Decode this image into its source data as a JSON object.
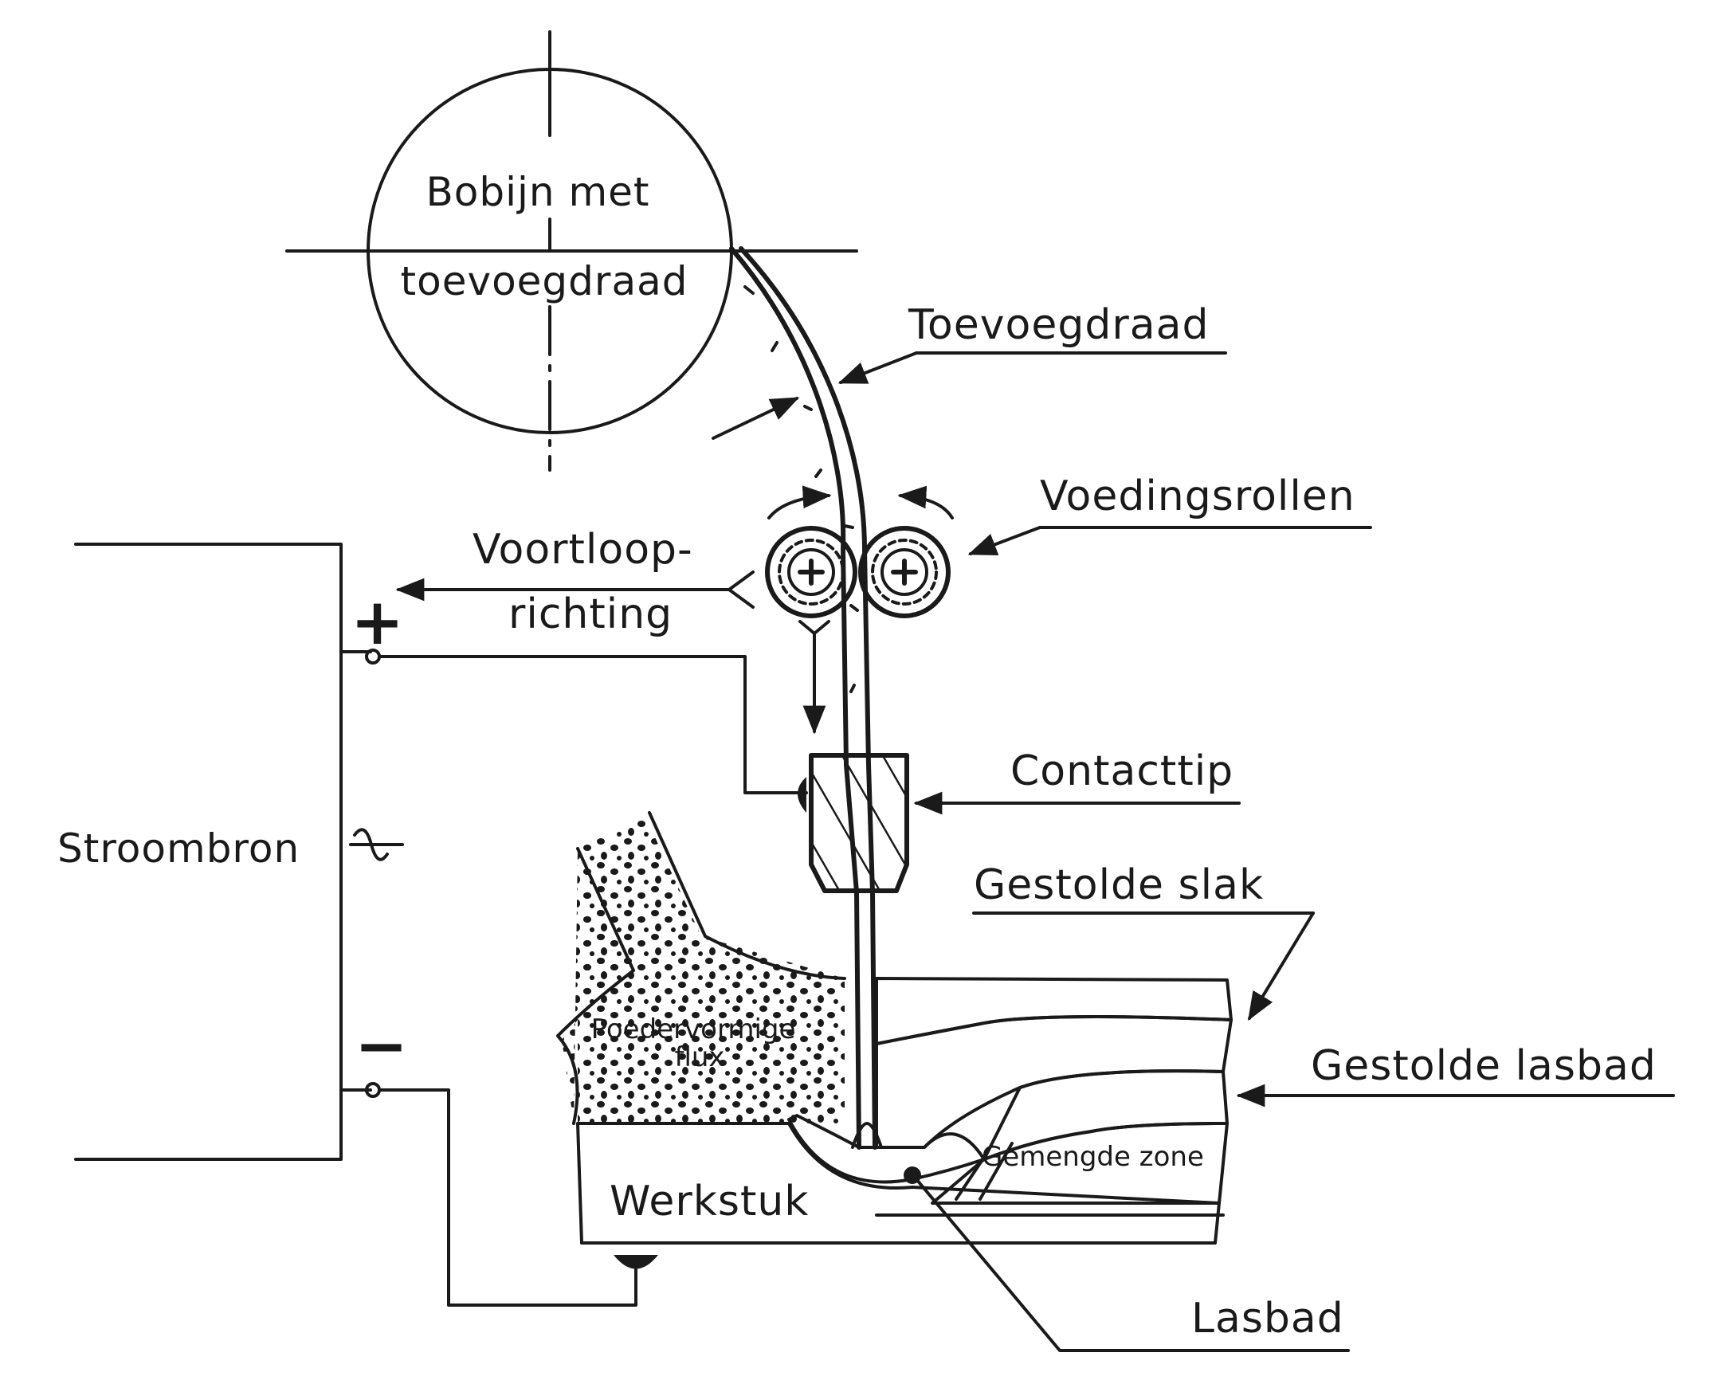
{
  "labels": {
    "spool_line1": "Bobijn met",
    "spool_line2": "toevoegdraad",
    "filler_wire": "Toevoegdraad",
    "feed_rolls": "Voedingsrollen",
    "travel_line1": "Voortloop-",
    "travel_line2": "richting",
    "power_source": "Stroombron",
    "contact_tip": "Contacttip",
    "solid_slag": "Gestolde slak",
    "granular_flux_line1": "Poedervormige",
    "granular_flux_line2": "flux",
    "solid_weld": "Gestolde lasbad",
    "mixed_zone": "Gemengde zone",
    "workpiece": "Werkstuk",
    "weld_pool": "Lasbad",
    "plus_sign": "+",
    "minus_sign": "−"
  },
  "colors": {
    "ink": "#1a1a1a",
    "paper": "#ffffff"
  },
  "icons": {
    "roll_left": "feed-roll-plus-icon",
    "roll_right": "feed-roll-plus-icon",
    "ac_symbol": "alternating-current-icon"
  }
}
